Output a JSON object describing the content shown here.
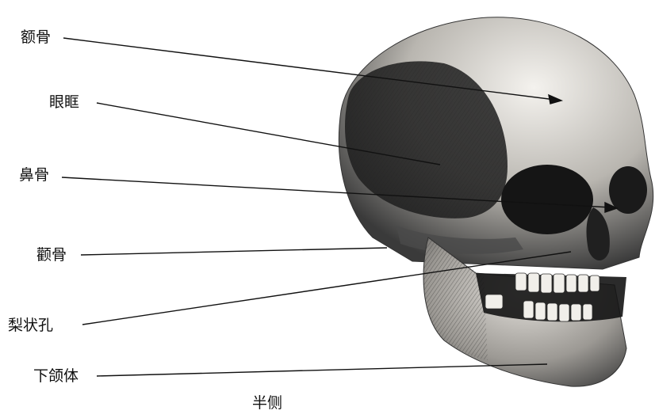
{
  "labels": {
    "frontal_bone": "额骨",
    "orbit": "眼眶",
    "nasal_bone": "鼻骨",
    "zygomatic_bone": "颧骨",
    "piriform_aperture": "梨状孔",
    "mandible_body": "下颌体"
  },
  "caption": "半侧",
  "colors": {
    "ink": "#111111",
    "bone_light": "#e8e6e2",
    "bone_shadow": "#2a2a2a"
  }
}
